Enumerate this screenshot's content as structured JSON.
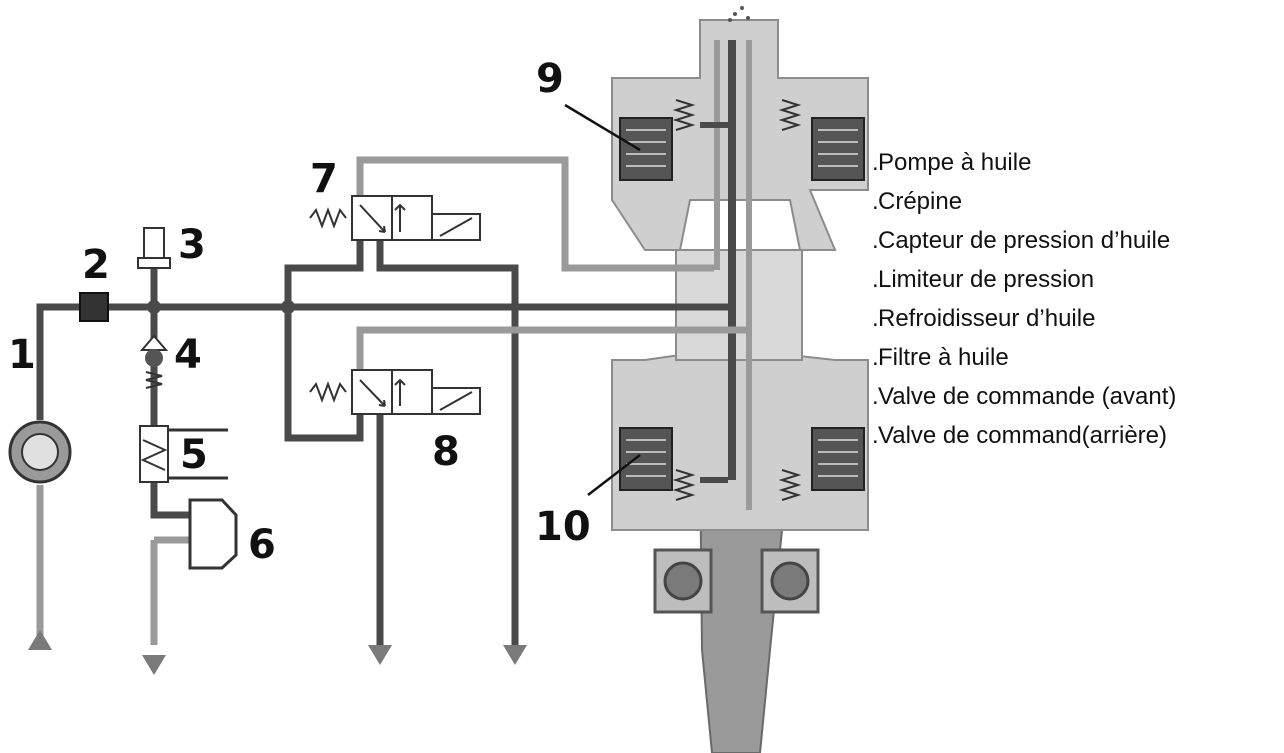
{
  "colors": {
    "pipe_dark": "#4a4a4a",
    "pipe_light": "#9a9a9a",
    "housing": "#cfcfcf",
    "housing_dark": "#8c8c8c",
    "text": "#111111"
  },
  "callouts": [
    "1",
    "2",
    "3",
    "4",
    "5",
    "6",
    "7",
    "8",
    "9",
    "10"
  ],
  "legend": [
    "Pompe à huile",
    "Crépine",
    "Capteur de pression d’huile",
    "Limiteur de pression",
    "Refroidisseur d’huile",
    "Filtre à huile",
    "Valve de commande (avant)",
    "Valve de command(arrière)"
  ]
}
